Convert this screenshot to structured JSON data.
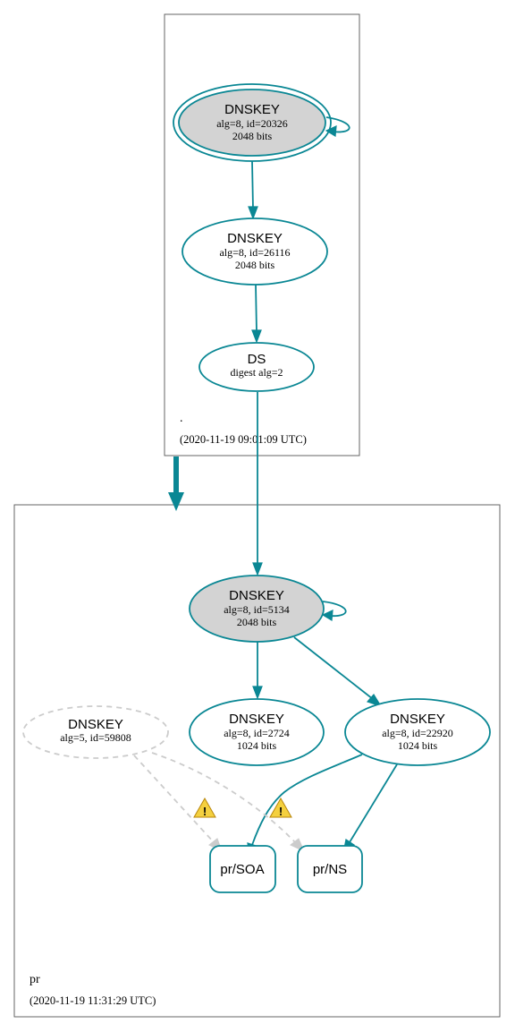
{
  "zones": {
    "root": {
      "name": ".",
      "timestamp": "(2020-11-19 09:01:09 UTC)"
    },
    "pr": {
      "name": "pr",
      "timestamp": "(2020-11-19 11:31:29 UTC)"
    }
  },
  "nodes": {
    "root_ksk": {
      "title": "DNSKEY",
      "line1": "alg=8, id=20326",
      "line2": "2048 bits"
    },
    "root_zsk": {
      "title": "DNSKEY",
      "line1": "alg=8, id=26116",
      "line2": "2048 bits"
    },
    "root_ds": {
      "title": "DS",
      "line1": "digest alg=2"
    },
    "pr_ksk": {
      "title": "DNSKEY",
      "line1": "alg=8, id=5134",
      "line2": "2048 bits"
    },
    "pr_zsk1": {
      "title": "DNSKEY",
      "line1": "alg=8, id=2724",
      "line2": "1024 bits"
    },
    "pr_zsk2": {
      "title": "DNSKEY",
      "line1": "alg=8, id=22920",
      "line2": "1024 bits"
    },
    "pr_alg5": {
      "title": "DNSKEY",
      "line1": "alg=5, id=59808"
    },
    "pr_soa": {
      "title": "pr/SOA"
    },
    "pr_ns": {
      "title": "pr/NS"
    }
  },
  "warning_glyph": "!",
  "colors": {
    "secure": "#0a8794",
    "insecure": "#cccccc",
    "ksk_fill": "#d3d3d3",
    "warning": "#f4d03f"
  }
}
